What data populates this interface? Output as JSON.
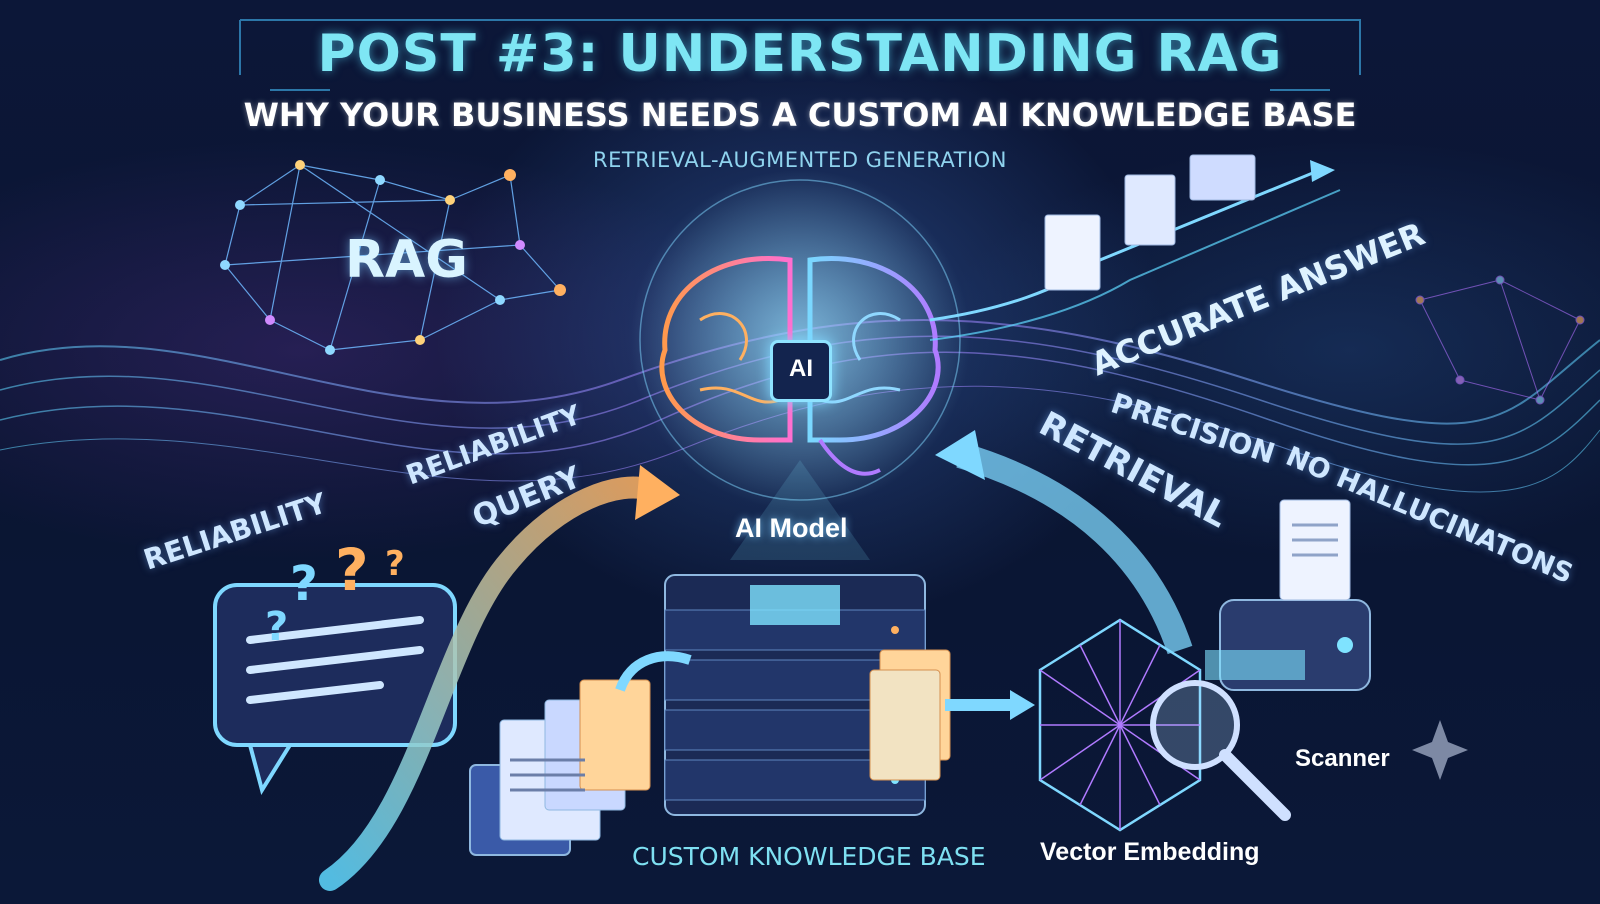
{
  "header": {
    "title": "POST #3: UNDERSTANDING RAG",
    "subtitle": "WHY YOUR BUSINESS NEEDS A CUSTOM AI KNOWLEDGE BASE",
    "tagline": "RETRIEVAL-AUGMENTED GENERATION"
  },
  "labels": {
    "rag": "RAG",
    "reliability_1": "RELIABILITY",
    "reliability_2": "RELIABILITY",
    "query": "QUERY",
    "accurate_answer": "ACCURATE ANSWER",
    "precision": "PRECISION",
    "retrieval": "RETRIEVAL",
    "no_hallucinations": "NO HALLUCINATONS",
    "ai_badge": "AI",
    "ai_model": "AI Model",
    "custom_knowledge_base": "CUSTOM KNOWLEDGE BASE",
    "vector_embedding": "Vector Embedding",
    "scanner": "Scanner"
  },
  "colors": {
    "background": "#0a1430",
    "title": "#7ee6f4",
    "accent_cyan": "#5fd8ff",
    "accent_purple": "#b070ff",
    "accent_orange": "#ffb060"
  },
  "icons": [
    "neural-network-icon",
    "brain-icon",
    "chat-bubble-icon",
    "question-mark-icon",
    "server-stack-icon",
    "document-icon",
    "vector-cube-icon",
    "magnifier-icon",
    "scanner-icon",
    "sparkle-icon",
    "arrow-icon"
  ]
}
